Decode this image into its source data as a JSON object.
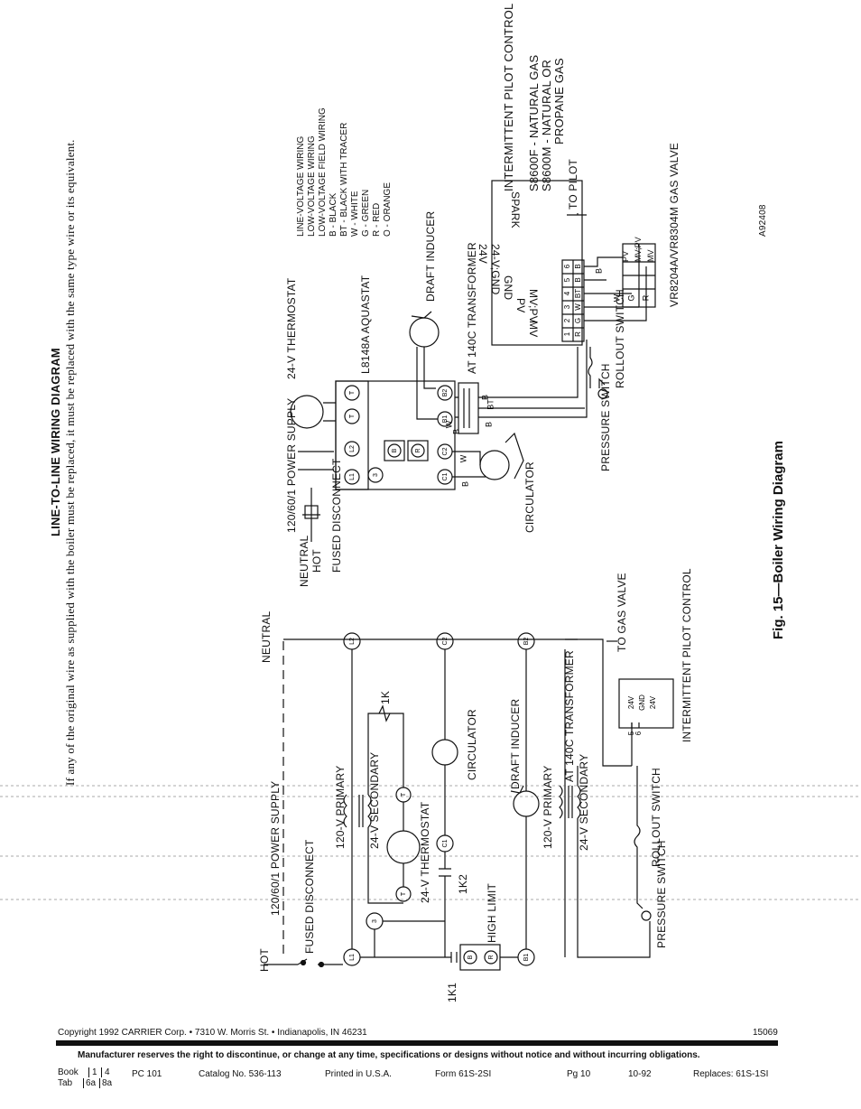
{
  "heading": "LINE-TO-LINE WIRING DIAGRAM",
  "note": "If any of the original wire as supplied with the boiler must be replaced, it must be replaced with the same type wire or its equivalent.",
  "figure_caption": "Fig. 15—Boiler Wiring Diagram",
  "figure_id": "A92408",
  "top_diagram": {
    "power_supply": "120/60/1 POWER SUPPLY",
    "neutral": "NEUTRAL",
    "hot": "HOT",
    "fused_disconnect": "FUSED DISCONNECT",
    "thermostat": "24-V THERMOSTAT",
    "aquastat": "L8148A AQUASTAT",
    "draft_inducer": "DRAFT INDUCER",
    "transformer": "AT 140C TRANSFORMER",
    "circulator": "CIRCULATOR",
    "pressure_switch": "PRESSURE SWITCH",
    "rollout_switch": "ROLLOUT SWITCH",
    "gas_valve": "VR8204A/VR8304M GAS VALVE",
    "to_pilot": "TO PILOT",
    "spark": "SPARK",
    "ipc_title": "INTERMITTENT PILOT CONTROL",
    "ipc_line1": "S8600F - NATURAL GAS",
    "ipc_line2": "S8600M - NATURAL OR",
    "ipc_line3": "PROPANE GAS",
    "terminals": [
      "MV",
      "MV;PV",
      "PV",
      "GND",
      "24-V;GND",
      "24V"
    ],
    "terminal_numbers": [
      "1",
      "2",
      "3",
      "4",
      "5",
      "6"
    ],
    "terminal_colors": [
      "R",
      "G",
      "W",
      "BT",
      "B",
      "B"
    ],
    "gas_valve_terminals": [
      "PV",
      "MV;PV",
      "MV"
    ],
    "nodes": [
      "L1",
      "L2",
      "3",
      "C1",
      "C2",
      "T",
      "T",
      "B",
      "R",
      "B1",
      "B2"
    ],
    "wire_letters": [
      "B",
      "W",
      "B",
      "B",
      "BT",
      "B",
      "W",
      "G",
      "R",
      "B",
      "W"
    ]
  },
  "legend": {
    "items": [
      "LINE-VOLTAGE WIRING",
      "LOW-VOLTAGE WIRING",
      "LOW-VOLTAGE FIELD WIRING",
      "B - BLACK",
      "BT - BLACK WITH TRACER",
      "W - WHITE",
      "G - GREEN",
      "R - RED",
      "O - ORANGE"
    ]
  },
  "ladder": {
    "neutral": "NEUTRAL",
    "power_supply": "120/60/1 POWER SUPPLY",
    "hot": "HOT",
    "fused_disconnect": "FUSED DISCONNECT",
    "primary_1": "120-V PRIMARY",
    "secondary_1": "24-V SECONDARY",
    "thermostat": "24-V THERMOSTAT",
    "relay_1k": "1K",
    "contact_1k2": "1K2",
    "contact_1k1": "1K1",
    "high_limit": "HIGH LIMIT",
    "circulator": "CIRCULATOR",
    "draft_inducer": "DRAFT INDUCER",
    "primary_2": "120-V PRIMARY",
    "transformer": "AT 140C TRANSFORMER",
    "secondary_2": "24-V SECONDARY",
    "to_gas_valve": "TO GAS VALVE",
    "rollout_switch": "ROLLOUT SWITCH",
    "pressure_switch": "PRESSURE SWITCH",
    "ipc": "INTERMITTENT PILOT CONTROL",
    "ipc_terms": [
      "24V",
      "GND",
      "24V"
    ],
    "ipc_pins": [
      "5",
      "6"
    ],
    "nodes": [
      "L1",
      "L2",
      "C1",
      "C2",
      "B1",
      "B2",
      "T",
      "T",
      "3",
      "B",
      "R"
    ]
  },
  "footer": {
    "copyright": "Copyright 1992 CARRIER Corp. • 7310 W. Morris St. • Indianapolis, IN 46231",
    "doc_number": "15069",
    "disclaimer": "Manufacturer reserves the right to discontinue, or change at any time, specifications or designs without notice and without incurring obligations.",
    "book_label": "Book",
    "book_values": [
      "1",
      "4"
    ],
    "tab_label": "Tab",
    "tab_values": [
      "6a",
      "8a"
    ],
    "pc": "PC 101",
    "catalog": "Catalog No. 536-113",
    "printed": "Printed in U.S.A.",
    "form": "Form 61S-2SI",
    "page": "Pg 10",
    "date": "10-92",
    "replaces": "Replaces: 61S-1SI"
  }
}
